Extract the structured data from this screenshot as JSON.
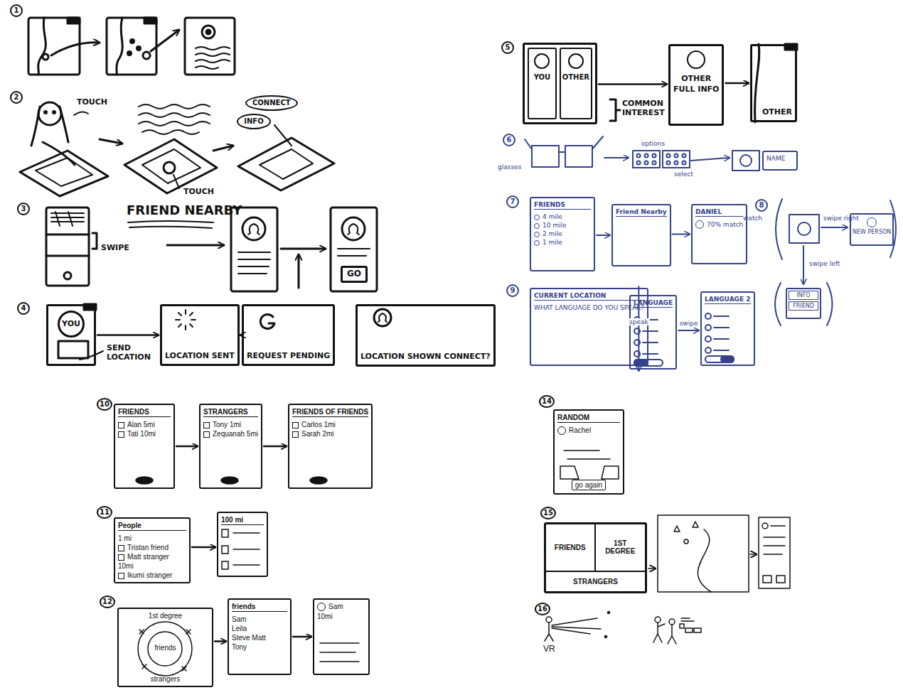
{
  "diagram": {
    "nodes": [
      {
        "text": [
          "CONNECT"
        ]
      },
      {
        "text": [
          "INFO"
        ]
      },
      {
        "text": [
          "GO"
        ]
      },
      {
        "text": [
          "YOU"
        ]
      },
      {
        "text": [
          "LOCATION SENT"
        ]
      },
      {
        "text": [
          "REQUEST PENDING"
        ]
      },
      {
        "text": [
          "LOCATION SHOWN CONNECT?"
        ]
      },
      {
        "text": [
          "YOU",
          "OTHER"
        ]
      },
      {
        "text": [
          "OTHER",
          "FULL INFO"
        ]
      },
      {
        "text": [
          "OTHER"
        ]
      },
      {
        "text": [
          "NAME"
        ]
      },
      {
        "text": [
          "FRIENDS",
          "4 mile",
          "10 mile",
          "2 mile",
          "1 mile"
        ]
      },
      {
        "text": [
          "Friend Nearby"
        ]
      },
      {
        "text": [
          "DANIEL",
          "70% match"
        ]
      },
      {
        "text": [
          "NEW PERSON"
        ]
      },
      {
        "text": [
          "INFO",
          "FRIEND"
        ]
      },
      {
        "text": [
          "CURRENT LOCATION",
          "WHAT LANGUAGE DO YOU SPEAK?"
        ]
      },
      {
        "text": [
          "LANGUAGE"
        ]
      },
      {
        "text": [
          "LANGUAGE 2"
        ]
      },
      {
        "text": [
          "FRIENDS",
          "Alan 5mi",
          "Tati 10mi"
        ]
      },
      {
        "text": [
          "STRANGERS",
          "Tony 1mi",
          "Zequanah 5mi"
        ]
      },
      {
        "text": [
          "FRIENDS OF FRIENDS",
          "Carlos 1mi",
          "Sarah 2mi"
        ]
      },
      {
        "text": [
          "People",
          "1 mi",
          "Tristan friend",
          "Matt stranger",
          "10mi",
          "Ikumi stranger"
        ]
      },
      {
        "text": [
          "100 mi"
        ]
      },
      {
        "text": [
          "1st degree",
          "friends",
          "strangers"
        ]
      },
      {
        "text": [
          "friends",
          "Sam",
          "Leila",
          "Steve Matt",
          "Tony"
        ]
      },
      {
        "text": [
          "Sam",
          "10mi"
        ]
      },
      {
        "text": [
          "RANDOM",
          "Rachel",
          "go again"
        ]
      },
      {
        "text": [
          "FRIENDS",
          "1ST DEGREE",
          "STRANGERS"
        ]
      }
    ],
    "edges": [
      {
        "from": 3,
        "to": 4,
        "arrow": "to"
      },
      {
        "from": 4,
        "to": 5,
        "arrow": "to"
      },
      {
        "from": 7,
        "to": 8,
        "arrow": "to"
      },
      {
        "from": 8,
        "to": 9,
        "arrow": "to"
      },
      {
        "from": 11,
        "to": 12,
        "arrow": "to"
      },
      {
        "from": 12,
        "to": 13,
        "arrow": "to"
      },
      {
        "from": 16,
        "to": 17,
        "label": "speak",
        "arrow": "to"
      },
      {
        "from": 17,
        "to": 18,
        "label": "swipe",
        "arrow": "to"
      },
      {
        "from": 19,
        "to": 20,
        "arrow": "to"
      },
      {
        "from": 20,
        "to": 21,
        "arrow": "to"
      },
      {
        "from": 22,
        "to": 23,
        "arrow": "to"
      },
      {
        "from": 24,
        "to": 25,
        "arrow": "to"
      },
      {
        "from": 25,
        "to": 26,
        "arrow": "to"
      }
    ],
    "labels": [
      "1",
      "2",
      "3",
      "4",
      "5",
      "6",
      "7",
      "8",
      "9",
      "10",
      "11",
      "12",
      "14",
      "15",
      "16",
      "TOUCH",
      "TOUCH",
      "FRIEND NEARBY",
      "SWIPE",
      "SEND LOCATION",
      "COMMON INTEREST",
      "glasses",
      "options",
      "select",
      "watch",
      "swipe right",
      "swipe left",
      "VR"
    ]
  }
}
